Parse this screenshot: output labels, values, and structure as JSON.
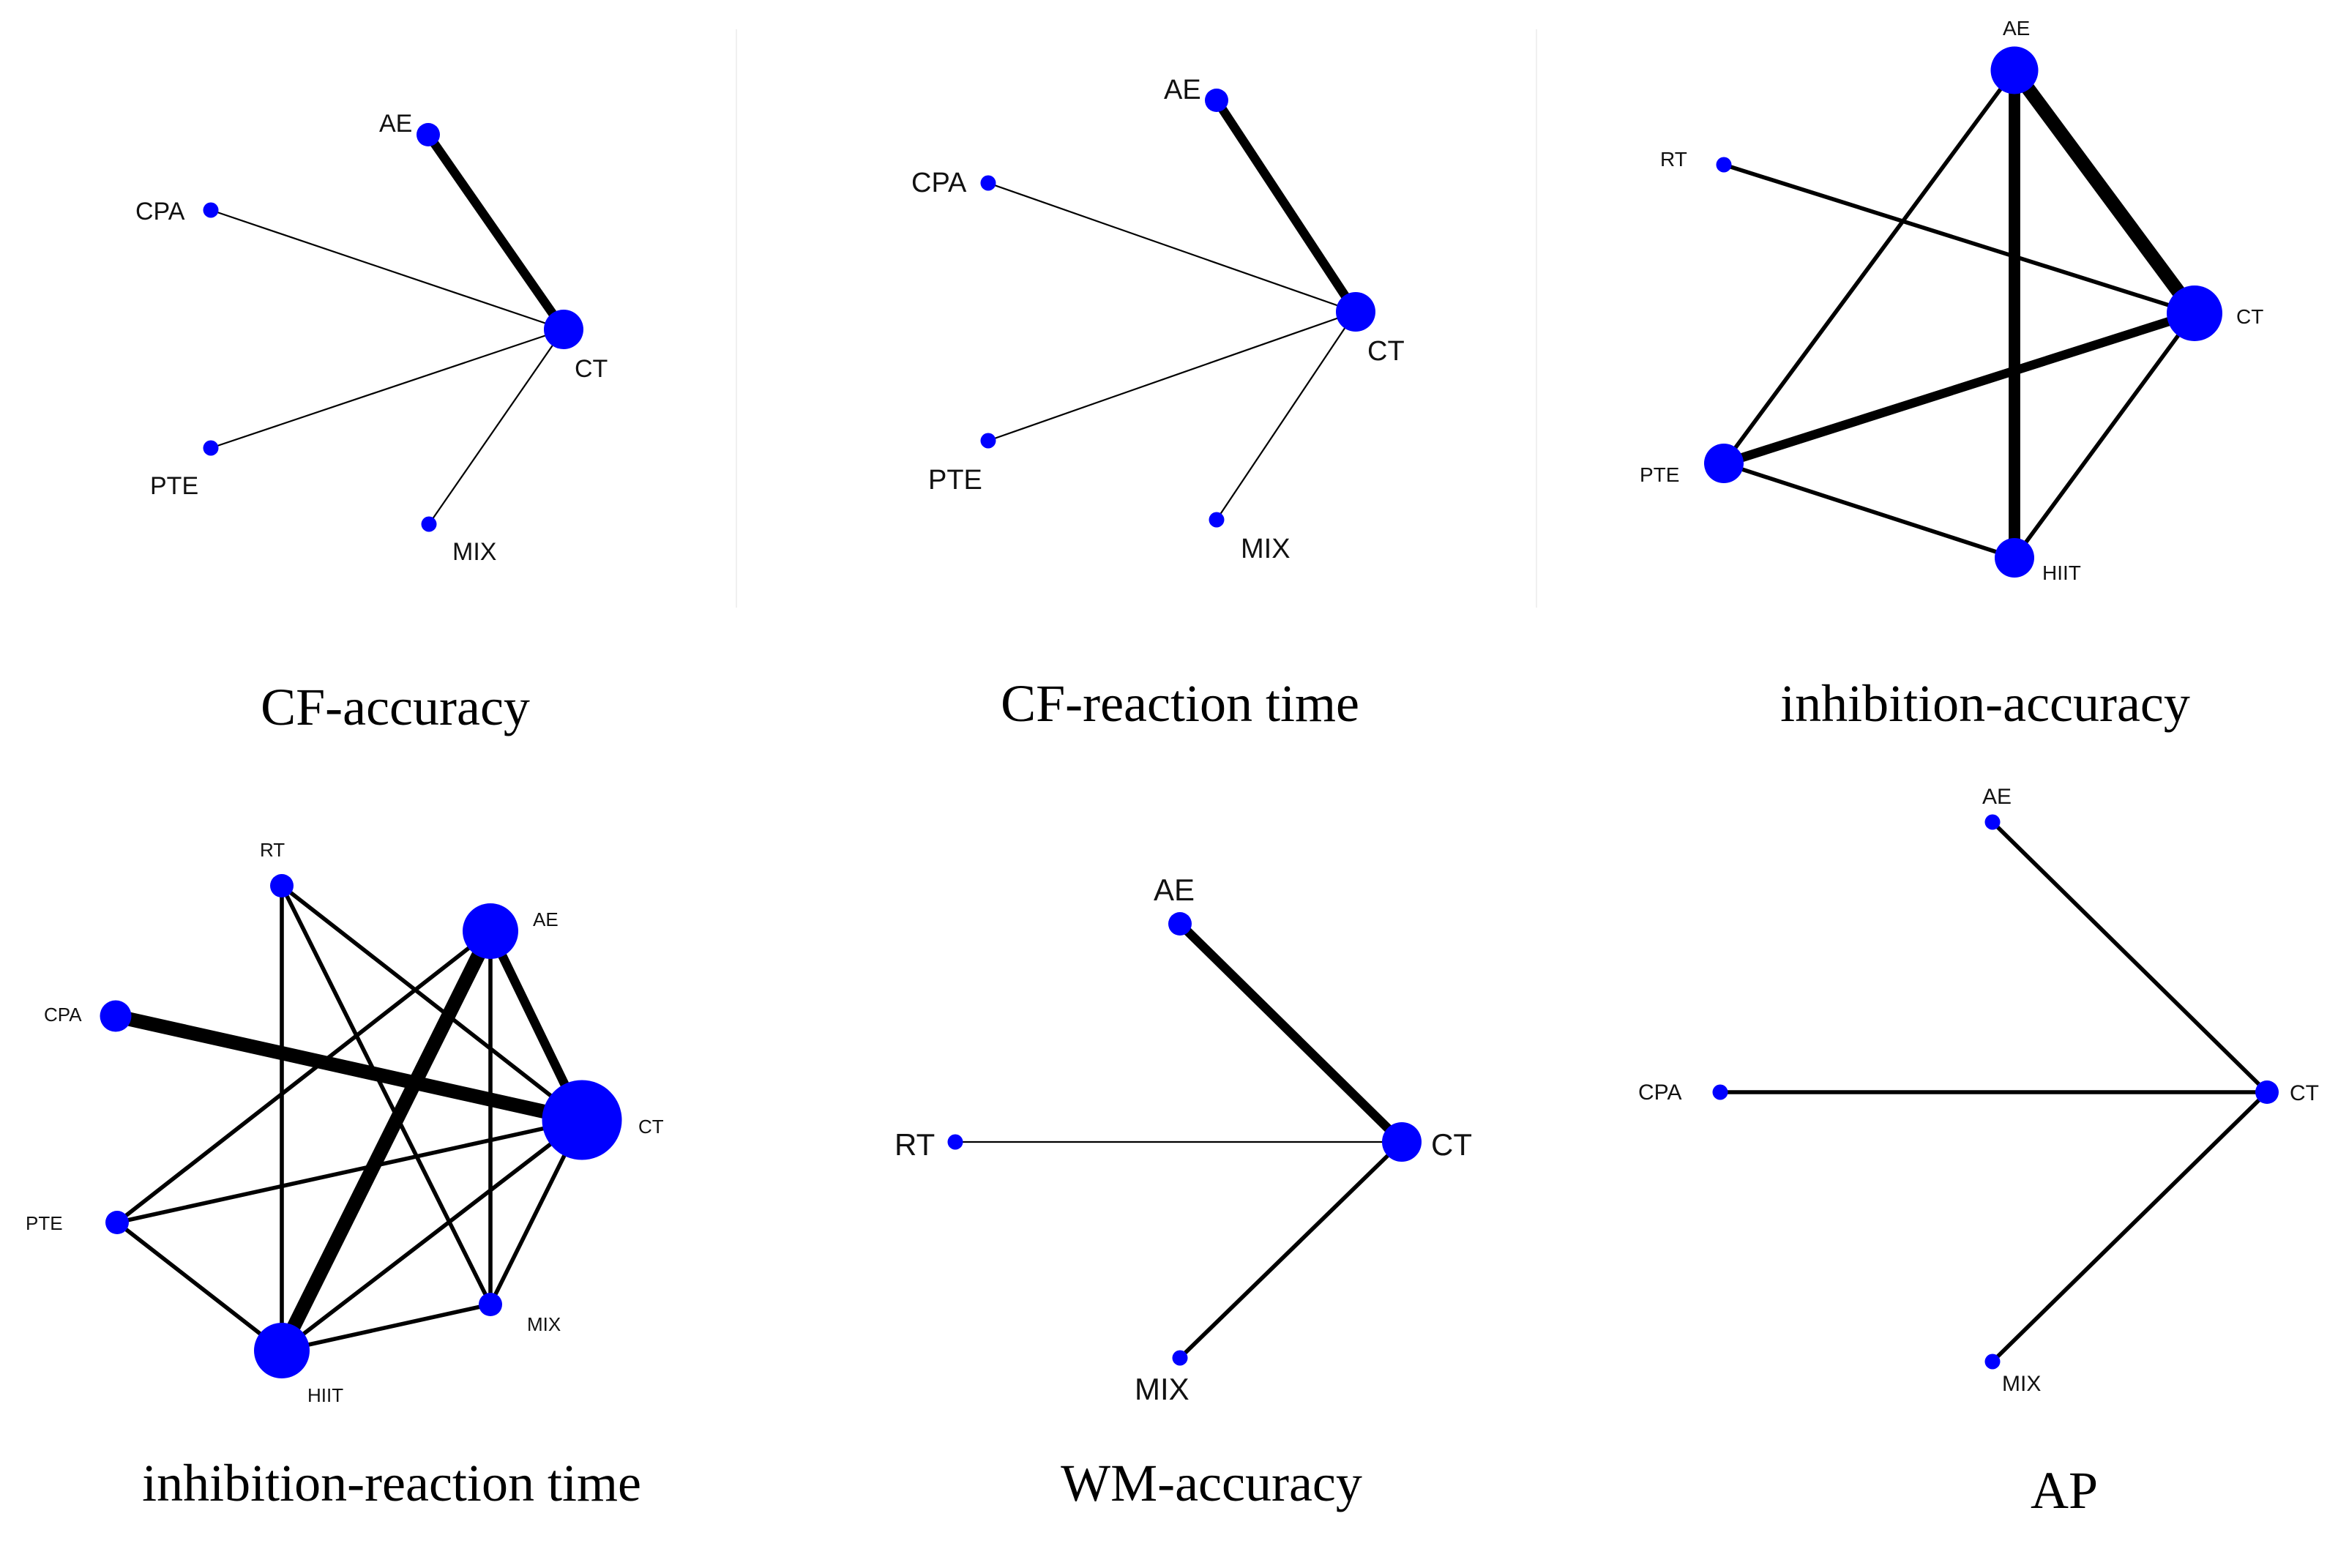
{
  "colors": {
    "node": "#0000ff",
    "edge": "#000000"
  },
  "panels": [
    {
      "title": "CF-accuracy",
      "nodes": [
        {
          "id": "AE",
          "label": "AE",
          "size": 2
        },
        {
          "id": "CPA",
          "label": "CPA",
          "size": 1
        },
        {
          "id": "CT",
          "label": "CT",
          "size": 4
        },
        {
          "id": "PTE",
          "label": "PTE",
          "size": 1
        },
        {
          "id": "MIX",
          "label": "MIX",
          "size": 1
        }
      ],
      "edges": [
        {
          "from": "AE",
          "to": "CT",
          "weight": 4
        },
        {
          "from": "CPA",
          "to": "CT",
          "weight": 1
        },
        {
          "from": "PTE",
          "to": "CT",
          "weight": 1
        },
        {
          "from": "MIX",
          "to": "CT",
          "weight": 1
        }
      ]
    },
    {
      "title": "CF-reaction time",
      "nodes": [
        {
          "id": "AE",
          "label": "AE",
          "size": 2
        },
        {
          "id": "CPA",
          "label": "CPA",
          "size": 1
        },
        {
          "id": "CT",
          "label": "CT",
          "size": 4
        },
        {
          "id": "PTE",
          "label": "PTE",
          "size": 1
        },
        {
          "id": "MIX",
          "label": "MIX",
          "size": 1
        }
      ],
      "edges": [
        {
          "from": "AE",
          "to": "CT",
          "weight": 4
        },
        {
          "from": "CPA",
          "to": "CT",
          "weight": 1
        },
        {
          "from": "PTE",
          "to": "CT",
          "weight": 1
        },
        {
          "from": "MIX",
          "to": "CT",
          "weight": 1
        }
      ]
    },
    {
      "title": "inhibition-accuracy",
      "nodes": [
        {
          "id": "AE",
          "label": "AE",
          "size": 5
        },
        {
          "id": "RT",
          "label": "RT",
          "size": 1
        },
        {
          "id": "CT",
          "label": "CT",
          "size": 6
        },
        {
          "id": "PTE",
          "label": "PTE",
          "size": 4
        },
        {
          "id": "HIIT",
          "label": "HIIT",
          "size": 4
        }
      ],
      "edges": [
        {
          "from": "AE",
          "to": "CT",
          "weight": 6
        },
        {
          "from": "AE",
          "to": "HIIT",
          "weight": 5
        },
        {
          "from": "AE",
          "to": "PTE",
          "weight": 2
        },
        {
          "from": "RT",
          "to": "CT",
          "weight": 2
        },
        {
          "from": "PTE",
          "to": "CT",
          "weight": 4
        },
        {
          "from": "PTE",
          "to": "HIIT",
          "weight": 2
        },
        {
          "from": "CT",
          "to": "HIIT",
          "weight": 2
        }
      ]
    },
    {
      "title": "inhibition-reaction time",
      "nodes": [
        {
          "id": "RT",
          "label": "RT",
          "size": 2
        },
        {
          "id": "AE",
          "label": "AE",
          "size": 6
        },
        {
          "id": "CPA",
          "label": "CPA",
          "size": 3
        },
        {
          "id": "CT",
          "label": "CT",
          "size": 9
        },
        {
          "id": "PTE",
          "label": "PTE",
          "size": 2
        },
        {
          "id": "MIX",
          "label": "MIX",
          "size": 2
        },
        {
          "id": "HIIT",
          "label": "HIIT",
          "size": 6
        }
      ],
      "edges": [
        {
          "from": "CPA",
          "to": "CT",
          "weight": 6
        },
        {
          "from": "AE",
          "to": "CT",
          "weight": 4
        },
        {
          "from": "AE",
          "to": "HIIT",
          "weight": 6
        },
        {
          "from": "AE",
          "to": "PTE",
          "weight": 2
        },
        {
          "from": "AE",
          "to": "MIX",
          "weight": 2
        },
        {
          "from": "RT",
          "to": "HIIT",
          "weight": 2
        },
        {
          "from": "RT",
          "to": "CT",
          "weight": 2
        },
        {
          "from": "RT",
          "to": "MIX",
          "weight": 2
        },
        {
          "from": "PTE",
          "to": "CT",
          "weight": 2
        },
        {
          "from": "PTE",
          "to": "HIIT",
          "weight": 2
        },
        {
          "from": "HIIT",
          "to": "CT",
          "weight": 2
        },
        {
          "from": "HIIT",
          "to": "MIX",
          "weight": 2
        },
        {
          "from": "CT",
          "to": "MIX",
          "weight": 2
        }
      ]
    },
    {
      "title": "WM-accuracy",
      "nodes": [
        {
          "id": "AE",
          "label": "AE",
          "size": 2
        },
        {
          "id": "RT",
          "label": "RT",
          "size": 1
        },
        {
          "id": "CT",
          "label": "CT",
          "size": 4
        },
        {
          "id": "MIX",
          "label": "MIX",
          "size": 1
        }
      ],
      "edges": [
        {
          "from": "AE",
          "to": "CT",
          "weight": 4
        },
        {
          "from": "RT",
          "to": "CT",
          "weight": 1
        },
        {
          "from": "MIX",
          "to": "CT",
          "weight": 2
        }
      ]
    },
    {
      "title": "AP",
      "nodes": [
        {
          "id": "AE",
          "label": "AE",
          "size": 1
        },
        {
          "id": "CPA",
          "label": "CPA",
          "size": 1
        },
        {
          "id": "CT",
          "label": "CT",
          "size": 2
        },
        {
          "id": "MIX",
          "label": "MIX",
          "size": 1
        }
      ],
      "edges": [
        {
          "from": "AE",
          "to": "CT",
          "weight": 2
        },
        {
          "from": "CPA",
          "to": "CT",
          "weight": 2
        },
        {
          "from": "MIX",
          "to": "CT",
          "weight": 2
        }
      ]
    }
  ]
}
